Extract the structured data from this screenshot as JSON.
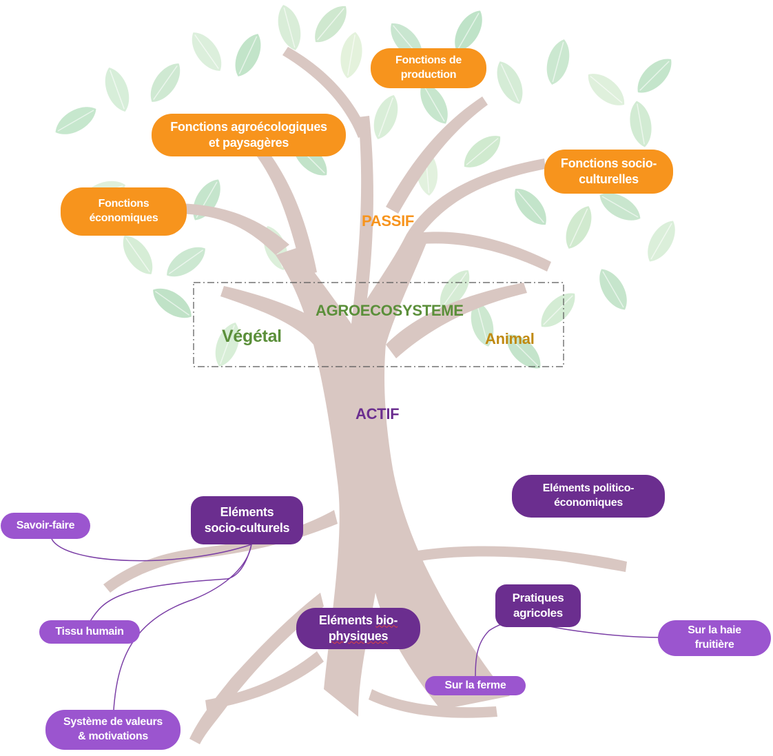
{
  "crown": {
    "passif": "PASSIF",
    "functions": {
      "production": [
        "Fonctions de",
        "production"
      ],
      "agroeco": [
        "Fonctions agroécologiques",
        "et paysagères"
      ],
      "socio": [
        "Fonctions  socio-",
        "culturelles"
      ],
      "eco": [
        "Fonctions",
        "économiques"
      ]
    }
  },
  "agro": {
    "title": "AGROECOSYSTEME",
    "vegetal": "Végétal",
    "animal": "Animal"
  },
  "actif": "ACTIF",
  "roots": {
    "socio": [
      "Eléments",
      "socio-culturels"
    ],
    "politico": [
      "Eléments politico-",
      "économiques"
    ],
    "bio": [
      "Eléments ",
      "bio-",
      "physiques"
    ],
    "pratiques": [
      "Pratiques",
      "agricoles"
    ],
    "savoir": "Savoir-faire",
    "tissu": "Tissu humain",
    "systeme": [
      "Système de valeurs",
      "& motivations"
    ],
    "ferme": "Sur la ferme",
    "haie": [
      "Sur la haie",
      "fruitière"
    ]
  },
  "colors": {
    "orange": "#f7941d",
    "green": "#5b8f3a",
    "olive": "#c08a12",
    "purple_dark": "#6b2e8f",
    "purple_light": "#9b55cf",
    "trunk": "#d7c4bf",
    "leaf": "#c8e6cf"
  }
}
